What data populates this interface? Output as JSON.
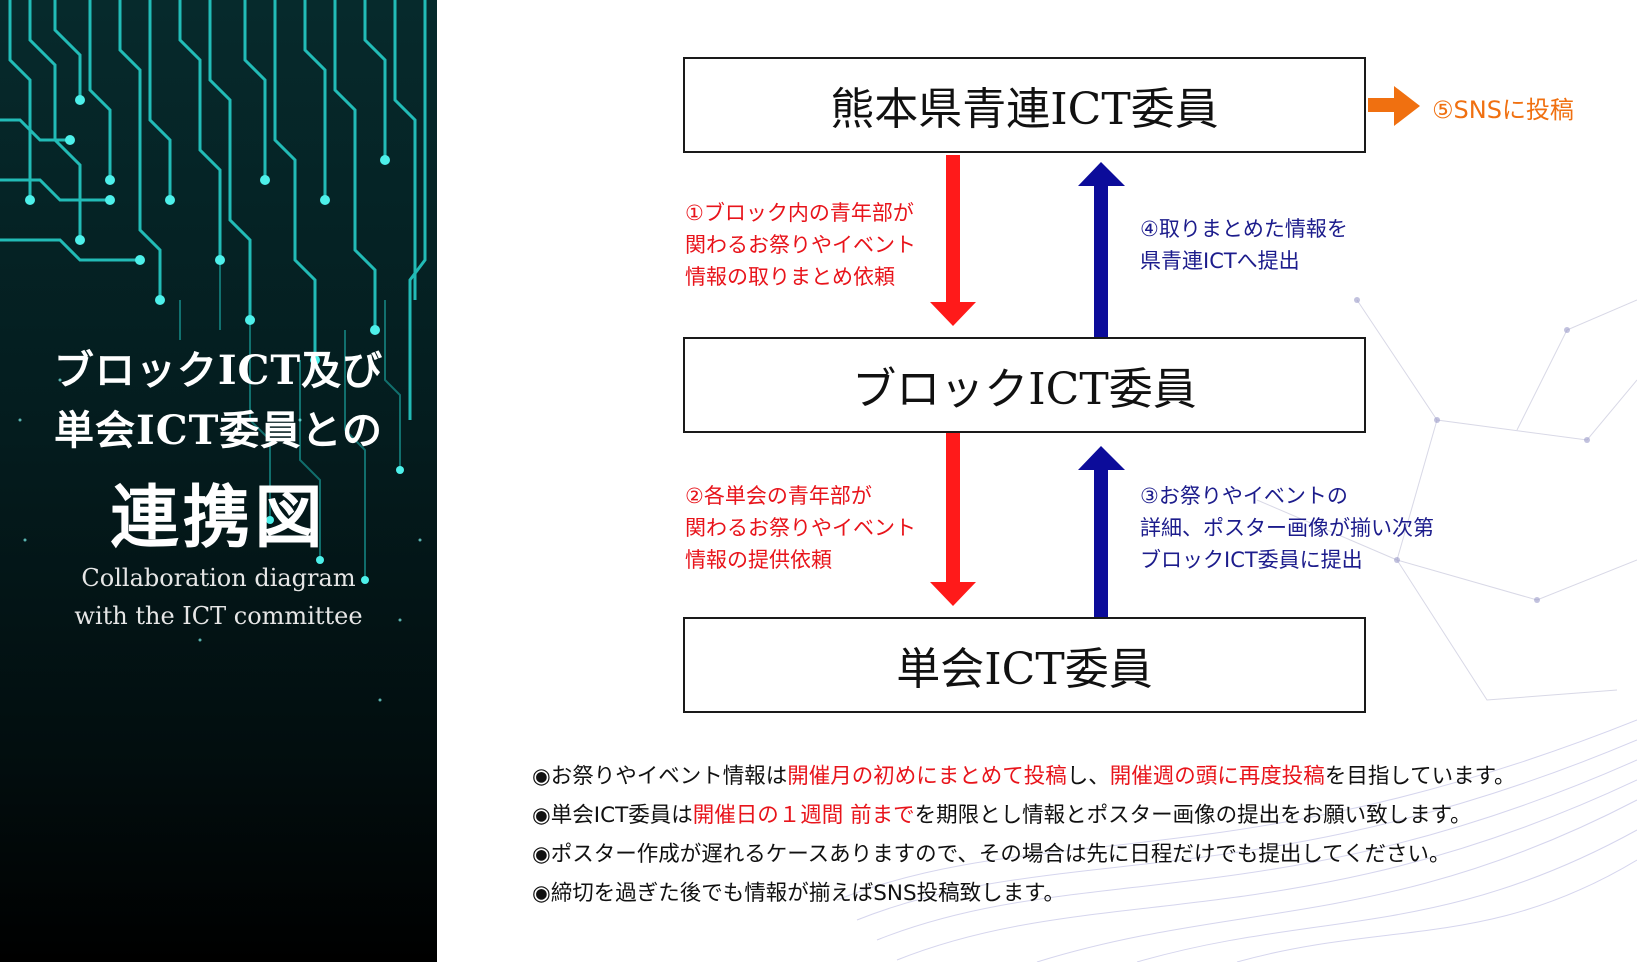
{
  "title": {
    "line1": "ブロックICT及び",
    "line2": "単会ICT委員との",
    "line3": "連携図",
    "en_line1": "Collaboration diagram",
    "en_line2": "with the ICT committee"
  },
  "boxes": {
    "top": "熊本県青連ICT委員",
    "middle": "ブロックICT委員",
    "bottom": "単会ICT委員"
  },
  "sns": "⑤SNSに投稿",
  "steps": {
    "s1": [
      "①ブロック内の青年部が",
      "関わるお祭りやイベント",
      "情報の取りまとめ依頼"
    ],
    "s4": [
      "④取りまとめた情報を",
      "県青連ICTへ提出"
    ],
    "s2": [
      "②各単会の青年部が",
      "関わるお祭りやイベント",
      "情報の提供依頼"
    ],
    "s3": [
      "③お祭りやイベントの",
      "詳細、ポスター画像が揃い次第",
      "ブロックICT委員に提出"
    ]
  },
  "bullets": {
    "b1": {
      "p1": "◉お祭りやイベント情報は",
      "h1": "開催月の初めにまとめて投稿",
      "p2": "し、",
      "h2": "開催週の頭に再度投稿",
      "p3": "を目指しています。"
    },
    "b2": {
      "p1": "◉単会ICT委員は",
      "h1": "開催日の１週間 前まで",
      "p2": "を期限とし情報とポスター画像の提出をお願い致します。"
    },
    "b3": "◉ポスター作成が遅れるケースありますので、その場合は先に日程だけでも提出してください。",
    "b4": "◉締切を過ぎた後でも情報が揃えばSNS投稿致します。"
  },
  "colors": {
    "down_arrow": "#ff1a1a",
    "up_arrow": "#0c0c9a",
    "sns_arrow": "#f07010",
    "left_panel": "#041c1e",
    "circuit": "#28d6d0"
  }
}
